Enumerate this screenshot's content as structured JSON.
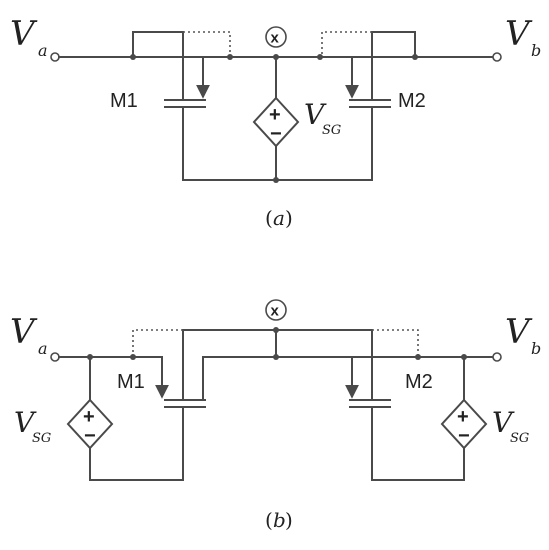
{
  "circuit_a": {
    "caption_letter": "a",
    "va_main": "V",
    "va_sub": "a",
    "vb_main": "V",
    "vb_sub": "b",
    "m1_label": "M1",
    "m2_label": "M2",
    "vsg_main": "V",
    "vsg_sub": "SG",
    "node_x": "x"
  },
  "circuit_b": {
    "caption_letter": "b",
    "va_main": "V",
    "va_sub": "a",
    "vb_main": "V",
    "vb_sub": "b",
    "m1_label": "M1",
    "m2_label": "M2",
    "vsg_left_main": "V",
    "vsg_left_sub": "SG",
    "vsg_right_main": "V",
    "vsg_right_sub": "SG",
    "node_x": "x"
  },
  "symbols": {
    "plus": "+",
    "minus": "−",
    "paren_open": "(",
    "paren_close": ")"
  }
}
